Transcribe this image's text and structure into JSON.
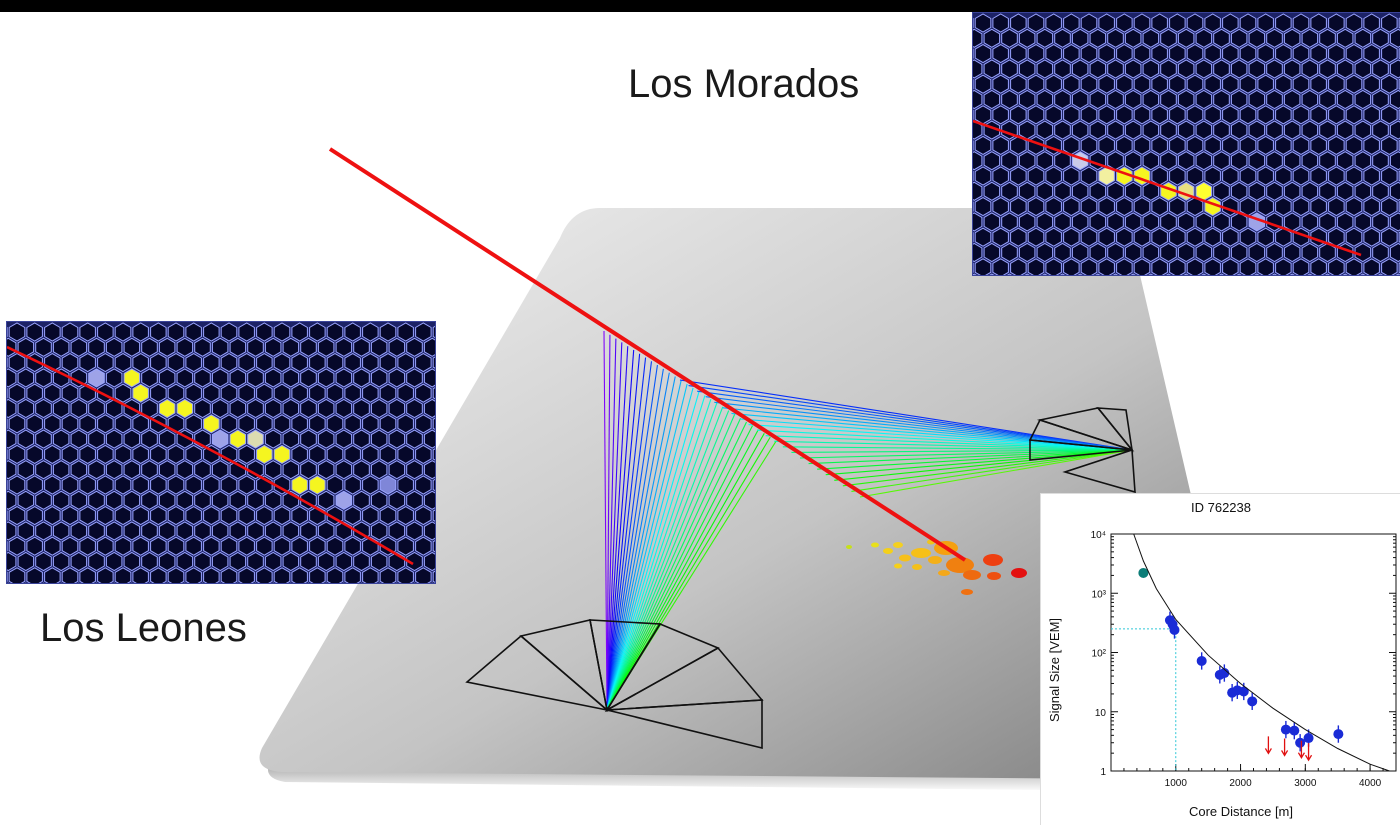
{
  "labels": {
    "site_top": "Los Morados",
    "site_left": "Los Leones"
  },
  "colors": {
    "shower_axis": "#ee1111",
    "camera_bg": "#1c2266",
    "pixel_fill": "#06082a",
    "pixel_edge": "#9aa4ff",
    "ground_light": "#e9e9e9",
    "ground_dark": "#6f6f6f",
    "fit_points": "#1a2bd6",
    "reference_point": "#0c7d78",
    "upper_limits": "#e01010"
  },
  "icons": [
    "telescope-fan-icon",
    "camera-pixel-grid-icon"
  ],
  "chart_data": {
    "type": "scatter",
    "title": "ID 762238",
    "xlabel": "Core Distance [m]",
    "ylabel": "Signal Size [VEM]",
    "x_ticks": [
      "1000",
      "2000",
      "3000",
      "4000"
    ],
    "y_ticks": [
      "1",
      "10",
      "10²",
      "10³",
      "10⁴"
    ],
    "xlim": [
      0,
      4400
    ],
    "ylim": [
      1,
      10000
    ],
    "y_scale": "log",
    "grid": false,
    "reference_marker": {
      "x": 1000,
      "y": 250
    },
    "series": [
      {
        "marker": "teal-dot",
        "points": [
          {
            "x": 500,
            "y": 2200
          }
        ]
      },
      {
        "marker": "blue-dot-with-errorbar",
        "points": [
          {
            "x": 910,
            "y": 350
          },
          {
            "x": 950,
            "y": 300
          },
          {
            "x": 980,
            "y": 240
          },
          {
            "x": 1400,
            "y": 72
          },
          {
            "x": 1680,
            "y": 42
          },
          {
            "x": 1750,
            "y": 45
          },
          {
            "x": 1870,
            "y": 21
          },
          {
            "x": 1950,
            "y": 23
          },
          {
            "x": 2050,
            "y": 22
          },
          {
            "x": 2180,
            "y": 15
          },
          {
            "x": 2700,
            "y": 5
          },
          {
            "x": 2830,
            "y": 4.8
          },
          {
            "x": 2920,
            "y": 3
          },
          {
            "x": 3050,
            "y": 3.6
          },
          {
            "x": 3510,
            "y": 4.2
          }
        ]
      },
      {
        "marker": "red-upper-limit-arrow",
        "points": [
          {
            "x": 2430,
            "y": 2.6
          },
          {
            "x": 2680,
            "y": 2.4
          },
          {
            "x": 2940,
            "y": 2.2
          },
          {
            "x": 3050,
            "y": 2.0
          }
        ]
      },
      {
        "marker": "fit-curve",
        "points": [
          {
            "x": 350,
            "y": 10000
          },
          {
            "x": 500,
            "y": 3500
          },
          {
            "x": 700,
            "y": 1200
          },
          {
            "x": 1000,
            "y": 360
          },
          {
            "x": 1500,
            "y": 90
          },
          {
            "x": 2000,
            "y": 30
          },
          {
            "x": 2500,
            "y": 11.5
          },
          {
            "x": 3000,
            "y": 5
          },
          {
            "x": 3500,
            "y": 2.4
          },
          {
            "x": 4000,
            "y": 1.3
          },
          {
            "x": 4300,
            "y": 1.0
          }
        ]
      }
    ]
  }
}
